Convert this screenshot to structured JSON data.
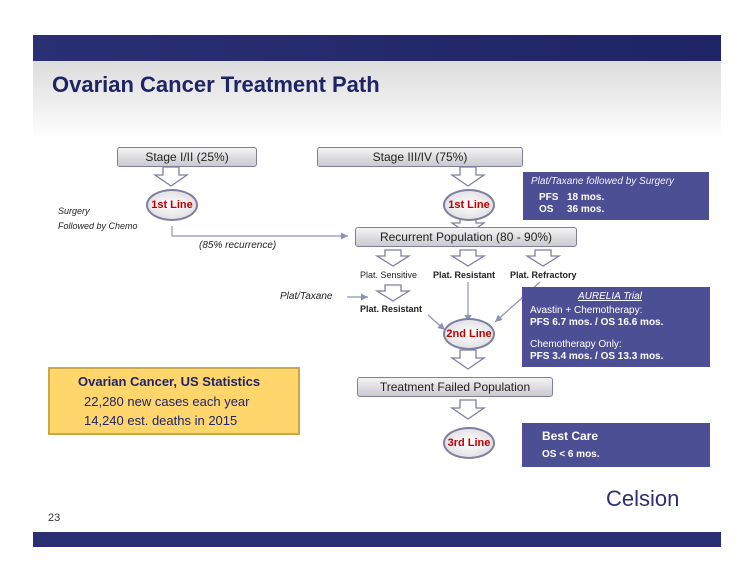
{
  "title": "Ovarian Cancer Treatment Path",
  "slide_number": "23",
  "logo": "Celsion",
  "stages": {
    "early": "Stage I/II (25%)",
    "late": "Stage III/IV (75%)"
  },
  "lines": {
    "first_left": "1st Line",
    "first_right": "1st Line",
    "second": "2nd Line",
    "third": "3rd Line"
  },
  "surgery_note": {
    "line1": "Surgery",
    "line2": "Followed by Chemo"
  },
  "recurrence_note": "(85% recurrence)",
  "recurrent_population": "Recurrent Population (80 - 90%)",
  "platinum": {
    "sensitive": "Plat. Sensitive",
    "resistant": "Plat. Resistant",
    "refractory": "Plat. Refractory",
    "plat_taxane": "Plat/Taxane",
    "resistant_after": "Plat. Resistant"
  },
  "treatment_failed": "Treatment Failed Population",
  "plat_taxane_box": {
    "title": "Plat/Taxane followed by Surgery",
    "pfs_label": "PFS",
    "pfs_value": "18 mos.",
    "os_label": "OS",
    "os_value": "36 mos."
  },
  "aurelia": {
    "title": "AURELIA Trial",
    "group1": "Avastin + Chemotherapy:",
    "group1_stats": "PFS  6.7 mos. / OS 16.6 mos.",
    "group2": "Chemotherapy Only:",
    "group2_stats": "PFS  3.4 mos. / OS 13.3 mos."
  },
  "best_care": {
    "title": "Best Care",
    "stat": "OS  < 6 mos."
  },
  "us_stats": {
    "title": "Ovarian Cancer, US Statistics",
    "line1": "22,280 new cases each year",
    "line2": "14,240 est. deaths in 2015"
  }
}
